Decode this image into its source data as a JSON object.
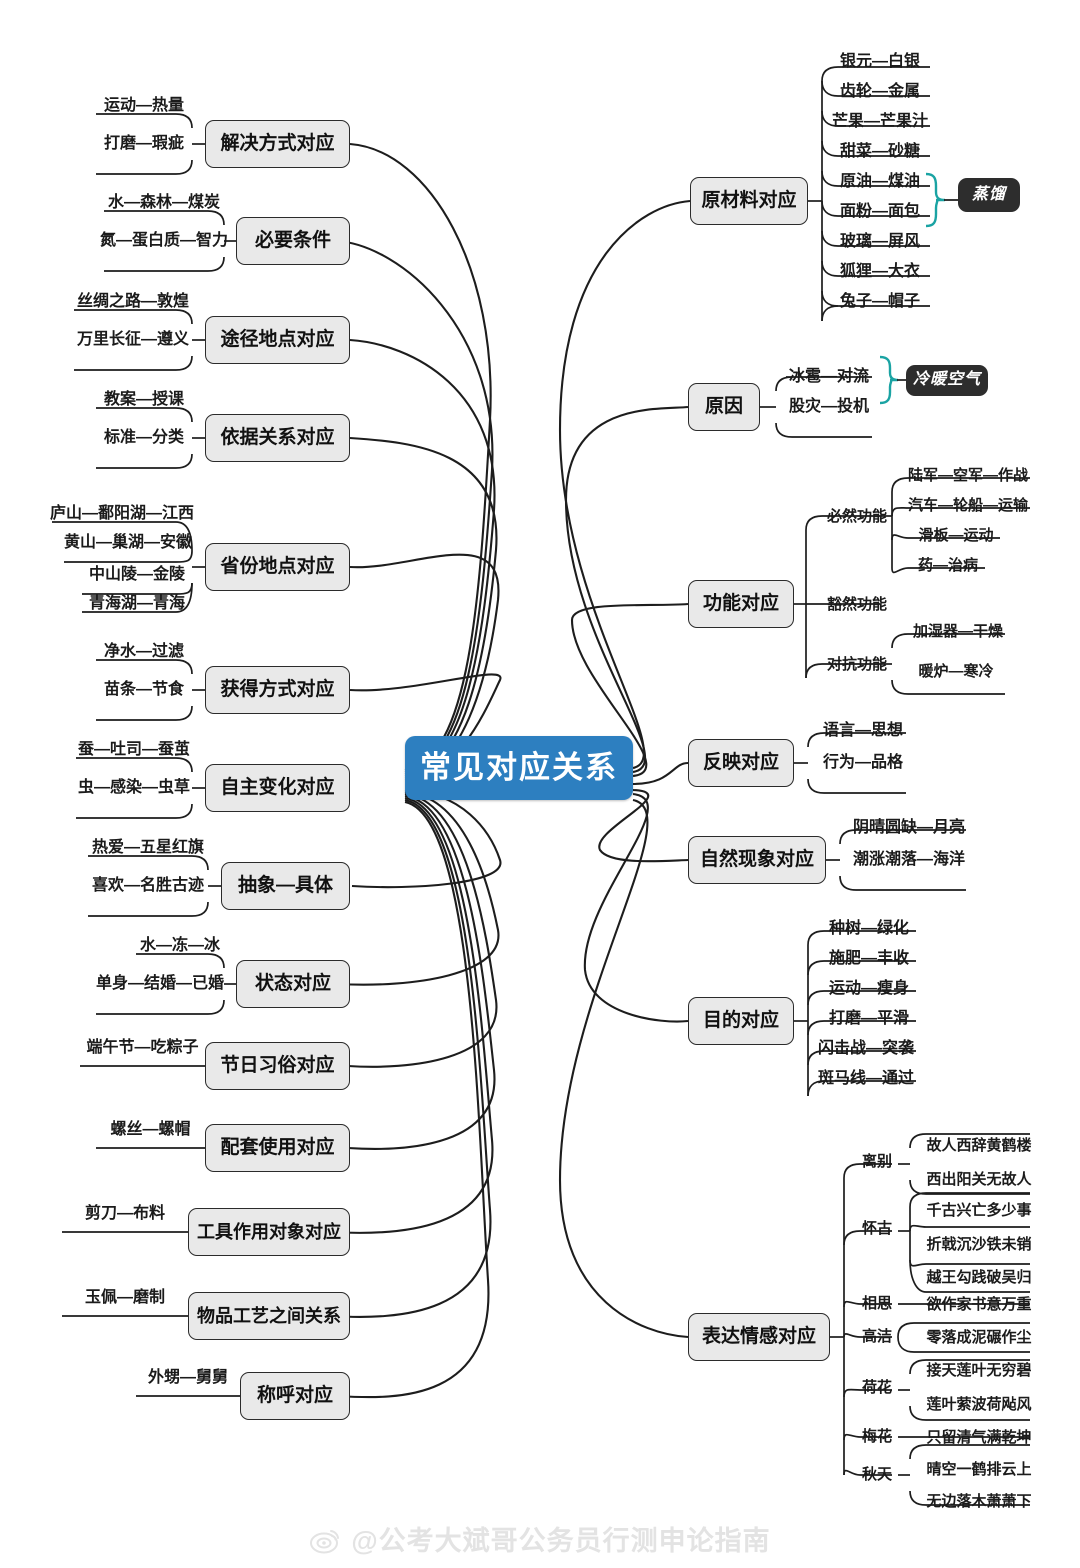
{
  "root": {
    "label": "常见对应关系",
    "color": "#2d7fc0"
  },
  "theme": {
    "topic_fill": "#e9e9e9",
    "topic_stroke": "#2b2b2b",
    "badge_fill": "#2d2d2d",
    "bracket_color": "#1aa3a3",
    "line_color": "#1d1d1d"
  },
  "watermark": {
    "text": "@公考大斌哥公务员行测申论指南",
    "icon": "weibo-eye-icon"
  },
  "left_branches": [
    {
      "title": "解决方式对应",
      "leaves": [
        "运动—热量",
        "打磨—瑕疵"
      ]
    },
    {
      "title": "必要条件",
      "leaves": [
        "水—森林—煤炭",
        "氮—蛋白质—智力"
      ]
    },
    {
      "title": "途径地点对应",
      "leaves": [
        "丝绸之路—敦煌",
        "万里长征—遵义"
      ]
    },
    {
      "title": "依据关系对应",
      "leaves": [
        "教案—授课",
        "标准—分类"
      ]
    },
    {
      "title": "省份地点对应",
      "leaves": [
        "庐山—鄱阳湖—江西",
        "黄山—巢湖—安徽",
        "中山陵—金陵",
        "青海湖—青海"
      ]
    },
    {
      "title": "获得方式对应",
      "leaves": [
        "净水—过滤",
        "苗条—节食"
      ]
    },
    {
      "title": "自主变化对应",
      "leaves": [
        "蚕—吐司—蚕茧",
        "虫—感染—虫草"
      ]
    },
    {
      "title": "抽象—具体",
      "leaves": [
        "热爱—五星红旗",
        "喜欢—名胜古迹"
      ]
    },
    {
      "title": "状态对应",
      "leaves": [
        "水—冻—冰",
        "单身—结婚—已婚"
      ]
    },
    {
      "title": "节日习俗对应",
      "leaves": [
        "端午节—吃粽子"
      ]
    },
    {
      "title": "配套使用对应",
      "leaves": [
        "螺丝—螺帽"
      ]
    },
    {
      "title": "工具作用对象对应",
      "leaves": [
        "剪刀—布料"
      ]
    },
    {
      "title": "物品工艺之间关系",
      "leaves": [
        "玉佩—磨制"
      ]
    },
    {
      "title": "称呼对应",
      "leaves": [
        "外甥—舅舅"
      ]
    }
  ],
  "right_branches": [
    {
      "title": "原材料对应",
      "leaves": [
        "银元—白银",
        "齿轮—金属",
        "芒果—芒果汁",
        "甜菜—砂糖",
        "原油—煤油",
        "面粉—面包",
        "玻璃—屏风",
        "狐狸—大衣",
        "兔子—帽子"
      ],
      "badge": {
        "label": "蒸馏",
        "attached_to": "原油—煤油"
      }
    },
    {
      "title": "原因",
      "leaves": [
        "冰雹—对流",
        "股灾—投机"
      ],
      "badge": {
        "label": "冷暖空气",
        "attached_to": "冰雹—对流"
      }
    },
    {
      "title": "功能对应",
      "groups": [
        {
          "label": "必然功能",
          "leaves": [
            "陆军—空军—作战",
            "汽车—轮船—运输",
            "滑板—运动",
            "药—治病"
          ]
        },
        {
          "label": "豁然功能",
          "leaves": []
        },
        {
          "label": "对抗功能",
          "leaves": [
            "加湿器—干燥",
            "暖炉—寒冷"
          ]
        }
      ]
    },
    {
      "title": "反映对应",
      "leaves": [
        "语言—思想",
        "行为—品格"
      ]
    },
    {
      "title": "自然现象对应",
      "leaves": [
        "阴晴圆缺—月亮",
        "潮涨潮落—海洋"
      ]
    },
    {
      "title": "目的对应",
      "leaves": [
        "种树—绿化",
        "施肥—丰收",
        "运动—瘦身",
        "打磨—平滑",
        "闪击战—突袭",
        "斑马线—通过"
      ]
    },
    {
      "title": "表达情感对应",
      "groups": [
        {
          "label": "离别",
          "leaves": [
            "故人西辞黄鹤楼",
            "西出阳关无故人"
          ]
        },
        {
          "label": "怀古",
          "leaves": [
            "千古兴亡多少事",
            "折戟沉沙铁未销",
            "越王勾践破吴归"
          ]
        },
        {
          "label": "相思",
          "leaves": [
            "欲作家书意万重"
          ]
        },
        {
          "label": "高洁",
          "leaves": [
            "零落成泥碾作尘"
          ]
        },
        {
          "label": "荷花",
          "leaves": [
            "接天莲叶无穷碧",
            "莲叶萦波荷飐风"
          ]
        },
        {
          "label": "梅花",
          "leaves": [
            "只留清气满乾坤"
          ]
        },
        {
          "label": "秋天",
          "leaves": [
            "晴空一鹤排云上",
            "无边落木萧萧下"
          ]
        }
      ]
    }
  ]
}
